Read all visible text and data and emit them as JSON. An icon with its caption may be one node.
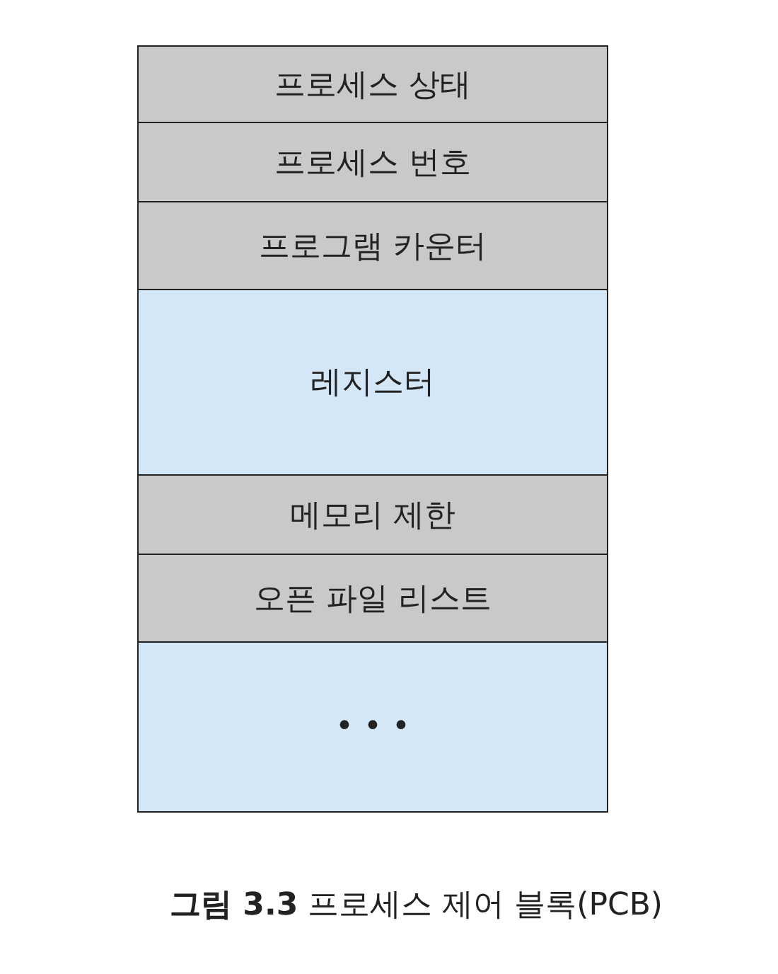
{
  "diagram": {
    "caption": "**그림 3.3** 프로세스 제어 블록(PCB)",
    "nodes": [
      {
        "text": [
          "프로세스 상태"
        ]
      },
      {
        "text": [
          "프로세스 번호"
        ]
      },
      {
        "text": [
          "프로그램 카운터"
        ]
      },
      {
        "text": [
          "레지스터"
        ]
      },
      {
        "text": [
          "메모리 제한"
        ]
      },
      {
        "text": [
          "오픈 파일 리스트"
        ]
      },
      {
        "text": [
          "• • •"
        ]
      }
    ]
  }
}
